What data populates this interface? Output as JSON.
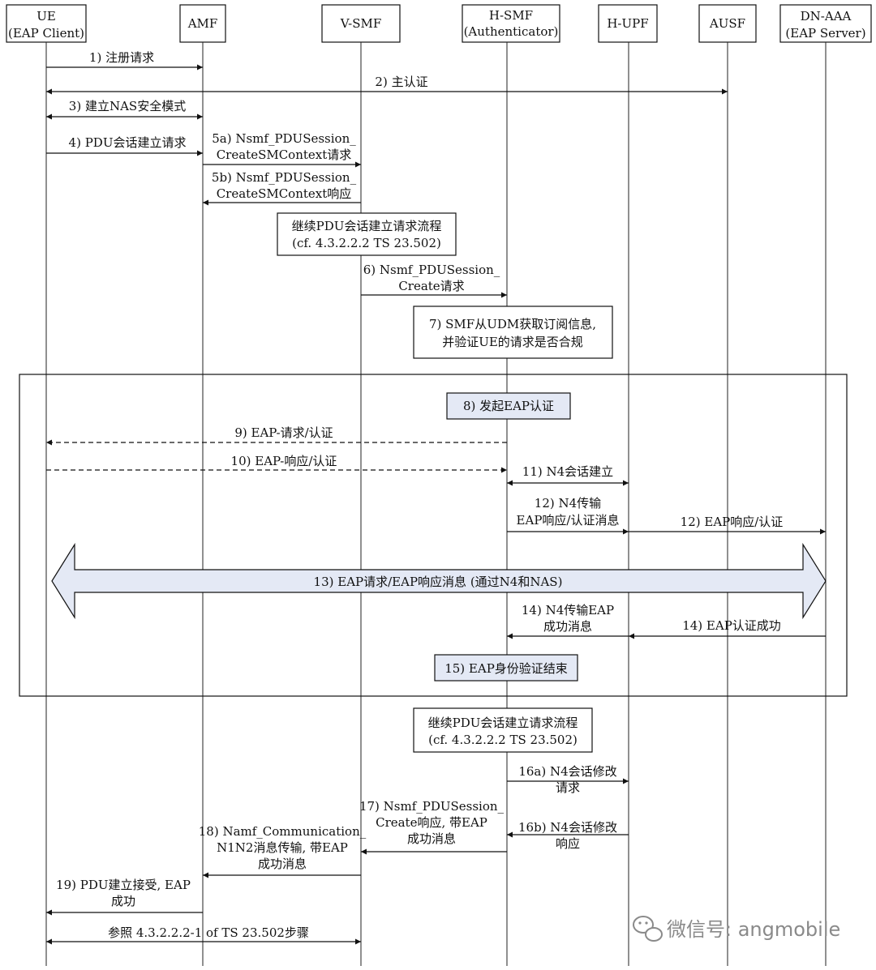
{
  "participants": [
    {
      "line1": "UE",
      "line2": "(EAP Client)"
    },
    {
      "line1": "AMF",
      "line2": ""
    },
    {
      "line1": "V-SMF",
      "line2": ""
    },
    {
      "line1": "H-SMF",
      "line2": "(Authenticator)"
    },
    {
      "line1": "H-UPF",
      "line2": ""
    },
    {
      "line1": "AUSF",
      "line2": ""
    },
    {
      "line1": "DN-AAA",
      "line2": "(EAP Server)"
    }
  ],
  "messages": {
    "m1": "1) 注册请求",
    "m2": "2) 主认证",
    "m3": "3) 建立NAS安全模式",
    "m4": "4) PDU会话建立请求",
    "m5a_1": "5a) Nsmf_PDUSession_",
    "m5a_2": "CreateSMContext请求",
    "m5b_1": "5b) Nsmf_PDUSession_",
    "m5b_2": "CreateSMContext响应",
    "m6_1": "6) Nsmf_PDUSession_",
    "m6_2": "Create请求",
    "m9": "9) EAP-请求/认证",
    "m10": "10) EAP-响应/认证",
    "m11": "11) N4会话建立",
    "m12a_1": "12) N4传输",
    "m12a_2": "EAP响应/认证消息",
    "m12b": "12) EAP响应/认证",
    "m13": "13) EAP请求/EAP响应消息 (通过N4和NAS)",
    "m14a_1": "14) N4传输EAP",
    "m14a_2": "成功消息",
    "m14b": "14) EAP认证成功",
    "m16a_1": "16a) N4会话修改",
    "m16a_2": "请求",
    "m16b_1": "16b) N4会话修改",
    "m16b_2": "响应",
    "m17_1": "17) Nsmf_PDUSession_",
    "m17_2": "Create响应, 带EAP",
    "m17_3": "成功消息",
    "m18_1": "18) Namf_Communication_",
    "m18_2": "N1N2消息传输, 带EAP",
    "m18_3": "成功消息",
    "m19_1": "19) PDU建立接受, EAP",
    "m19_2": "成功",
    "m20": "参照 4.3.2.2.2-1 of TS 23.502步骤"
  },
  "notes": {
    "n1_1": "继续PDU会话建立请求流程",
    "n1_2": "(cf. 4.3.2.2.2 TS 23.502)",
    "n7_1": "7) SMF从UDM获取订阅信息,",
    "n7_2": "并验证UE的请求是否合规",
    "n8": "8) 发起EAP认证",
    "n15": "15) EAP身份验证结束",
    "n2_1": "继续PDU会话建立请求流程",
    "n2_2": "(cf. 4.3.2.2.2 TS 23.502)"
  },
  "watermark": {
    "text": "微信号: angmobile",
    "icon": "wechat-icon"
  },
  "colors": {
    "note_fill": "#e4e9f5",
    "arrow_fill": "#e4e9f5",
    "line": "#111111"
  }
}
